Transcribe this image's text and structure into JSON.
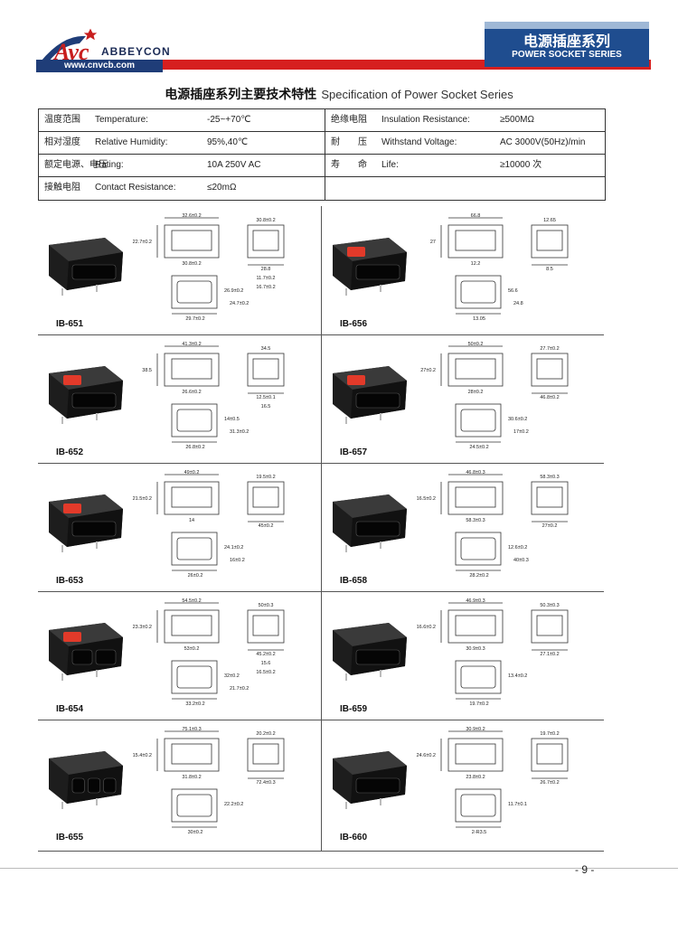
{
  "header": {
    "brand": "ABBEYCON",
    "logo_letters": "Avc",
    "url": "www.cnvcb.com",
    "series_cn": "电源插座系列",
    "series_en": "POWER SOCKET SERIES"
  },
  "title": {
    "cn": "电源插座系列主要技术特性",
    "en": "Specification of Power Socket Series"
  },
  "spec_left": [
    {
      "cn": "温度范围",
      "en": "Temperature:",
      "value": "-25~+70℃"
    },
    {
      "cn": "相对湿度",
      "en": "Relative Humidity:",
      "value": "95%,40℃"
    },
    {
      "cn": "额定电源、电压",
      "en": "Rating:",
      "value": "10A 250V AC"
    },
    {
      "cn": "接触电阻",
      "en": "Contact Resistance:",
      "value": "≤20mΩ"
    }
  ],
  "spec_right": [
    {
      "cn": "绝缘电阻",
      "en": "Insulation Resistance:",
      "value": "≥500MΩ"
    },
    {
      "cn": "耐　　压",
      "en": "Withstand Voltage:",
      "value": "AC 3000V(50Hz)/min"
    },
    {
      "cn": "寿　　命",
      "en": "Life:",
      "value": "≥10000 次"
    },
    {
      "cn": "",
      "en": "",
      "value": ""
    }
  ],
  "products": [
    {
      "model": "IB-651",
      "dims": [
        "32.6±0.2",
        "30.8±0.2",
        "28.8",
        "30.8±0.2",
        "22.7±0.2",
        "26.9±0.2",
        "29.7±0.2",
        "24.7±0.2",
        "11.7±0.2",
        "16.7±0.2"
      ]
    },
    {
      "model": "IB-656",
      "dims": [
        "66.8",
        "12.2",
        "8.5",
        "12.65",
        "27",
        "56.6",
        "13.05",
        "24.8"
      ]
    },
    {
      "model": "IB-652",
      "dims": [
        "41.3±0.2",
        "26.6±0.2",
        "12.5±0.1",
        "34.5",
        "38.5",
        "14±0.5",
        "26.8±0.2",
        "31.3±0.2",
        "16.5"
      ]
    },
    {
      "model": "IB-657",
      "dims": [
        "50±0.2",
        "28±0.2",
        "46.8±0.2",
        "27.7±0.2",
        "27±0.2",
        "30.6±0.2",
        "24.5±0.2",
        "17±0.2"
      ]
    },
    {
      "model": "IB-653",
      "dims": [
        "49±0.2",
        "14",
        "45±0.2",
        "19.5±0.2",
        "21.5±0.2",
        "24.1±0.2",
        "26±0.2",
        "16±0.2"
      ]
    },
    {
      "model": "IB-658",
      "dims": [
        "46.8±0.3",
        "58.3±0.3",
        "27±0.2",
        "58.3±0.3",
        "16.5±0.2",
        "12.6±0.2",
        "28.2±0.2",
        "40±0.3"
      ]
    },
    {
      "model": "IB-654",
      "dims": [
        "54.5±0.2",
        "53±0.2",
        "45.2±0.2",
        "50±0.3",
        "23.3±0.2",
        "32±0.2",
        "33.2±0.2",
        "21.7±0.2",
        "15.6",
        "16.5±0.2"
      ]
    },
    {
      "model": "IB-659",
      "dims": [
        "46.9±0.3",
        "30.9±0.3",
        "27.1±0.2",
        "50.3±0.3",
        "16.6±0.2",
        "13.4±0.2",
        "19.7±0.2"
      ]
    },
    {
      "model": "IB-655",
      "dims": [
        "75.1±0.3",
        "31.8±0.2",
        "72.4±0.3",
        "20.2±0.2",
        "15.4±0.2",
        "22.2±0.2",
        "30±0.2"
      ]
    },
    {
      "model": "IB-660",
      "dims": [
        "30.9±0.2",
        "23.8±0.2",
        "26.7±0.2",
        "19.7±0.2",
        "24.6±0.2",
        "11.7±0.1",
        "2-R3.5"
      ]
    }
  ],
  "page_number": "- 9 -",
  "colors": {
    "accent_red": "#d61f1f",
    "accent_blue": "#1f4d8f",
    "rocker_red": "#e23a2a"
  }
}
